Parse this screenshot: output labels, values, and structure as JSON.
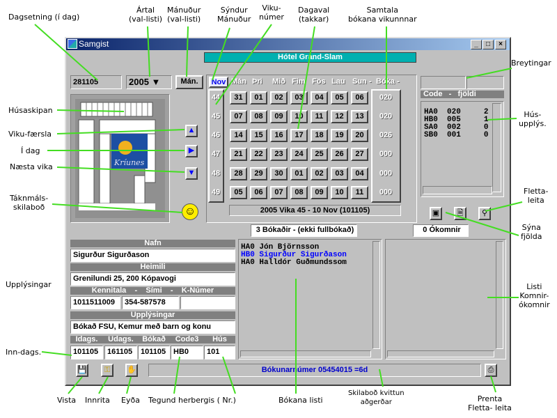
{
  "window": {
    "title": "Samgist",
    "minimize": "_",
    "maximize": "□",
    "close": "×"
  },
  "hotel_banner": "Hótel Grand-Slam",
  "date_today": "281105",
  "year_select": {
    "value": "2005",
    "arrow": "▼"
  },
  "month_button": "Mán.",
  "calendar": {
    "month": "Nov",
    "day_headers": [
      "Mán",
      "Þri",
      "Mið",
      "Fim",
      "Fös",
      "Lau",
      "Sun -",
      "Bóka -"
    ],
    "weeks": [
      {
        "week": "44",
        "days": [
          "31",
          "01",
          "02",
          "03",
          "04",
          "05",
          "06"
        ],
        "bookings": "020"
      },
      {
        "week": "45",
        "days": [
          "07",
          "08",
          "09",
          "10",
          "11",
          "12",
          "13"
        ],
        "bookings": "020"
      },
      {
        "week": "46",
        "days": [
          "14",
          "15",
          "16",
          "17",
          "18",
          "19",
          "20"
        ],
        "bookings": "026"
      },
      {
        "week": "47",
        "days": [
          "21",
          "22",
          "23",
          "24",
          "25",
          "26",
          "27"
        ],
        "bookings": "000"
      },
      {
        "week": "48",
        "days": [
          "28",
          "29",
          "30",
          "01",
          "02",
          "03",
          "04"
        ],
        "bookings": "000"
      },
      {
        "week": "49",
        "days": [
          "05",
          "06",
          "07",
          "08",
          "09",
          "10",
          "11"
        ],
        "bookings": "000"
      }
    ],
    "caption": "2005 Vika 45 - 10 Nov (101105)"
  },
  "room_info": {
    "header": "Code   -   fjöldi",
    "rows": [
      "HA0  020     2",
      "HB0  005     1",
      "SA0  002     0",
      "SB0  001     0"
    ]
  },
  "counts": {
    "booked": "3 Bókaðir - (ekki fullbókað)",
    "not_arrived": "0 Ókomnir"
  },
  "booking_list": [
    {
      "text": "HA0 Jón Björnsson",
      "selected": false
    },
    {
      "text": "HB0 Sigurður Sigurðason",
      "selected": true
    },
    {
      "text": "HA0 Halldór Guðmundssom",
      "selected": false
    }
  ],
  "form": {
    "name_label": "Nafn",
    "name": "Sigurður Sigurðason",
    "address_label": "Heimili",
    "address": "Grenilundi 25, 200 Kópavogi",
    "id_label": "Kennitala    -    Sími    -    K-Númer",
    "kennitala": "1011511009",
    "phone": "354-587578",
    "k_number": "",
    "info_label": "Upplýsingar",
    "info": "Bókað FSU, Kemur með barn og konu",
    "dates_labels": [
      "Idags.",
      "Udags.",
      "Bókað",
      "Code3",
      "Hús"
    ],
    "dates": [
      "101105",
      "161105",
      "101105",
      "HB0",
      "101"
    ]
  },
  "status_message": "Bókunarnúmer 05454015 =6d",
  "colors": {
    "selected_text": "#0000ff",
    "banner": "#00b0b0",
    "annotation_line": "#44dd22"
  },
  "annotations": {
    "dagsetning": "Dagsetning (í dag)",
    "artal": "Ártal\n(val-listi)",
    "manudur": "Mánuður\n(val-listi)",
    "syndur": "Sýndur\nMánuður",
    "vikunumer": "Viku-\nnúmer",
    "dagaval": "Dagaval\n(takkar)",
    "samtala": "Samtala\nbókana vikunnnar",
    "breytingar": "Breytingar",
    "husupplys": "Hús-\nupplýs.",
    "husaskipan": "Húsaskipan",
    "vikufaersla": "Viku-færsla",
    "idag": "Í dag",
    "naestavika": "Næsta vika",
    "taknmals": "Táknmáls-\nskilaboð",
    "flettaleita": "Fletta-\nleita",
    "synafjolda": "Sýna\nfjölda",
    "upplysingar": "Upplýsingar",
    "listi": "Listi\nKomnir-\nókomnir",
    "inndags": "Inn-dags.",
    "vista": "Vista",
    "innrita": "Innrita",
    "eyda": "Eyða",
    "tegund": "Tegund herbergis ( Nr.)",
    "bokanalisti": "Bókana listi",
    "skilabod": "Skilaboð kvittun\naðgerðar",
    "prenta": "Prenta\nFletta- leita"
  }
}
